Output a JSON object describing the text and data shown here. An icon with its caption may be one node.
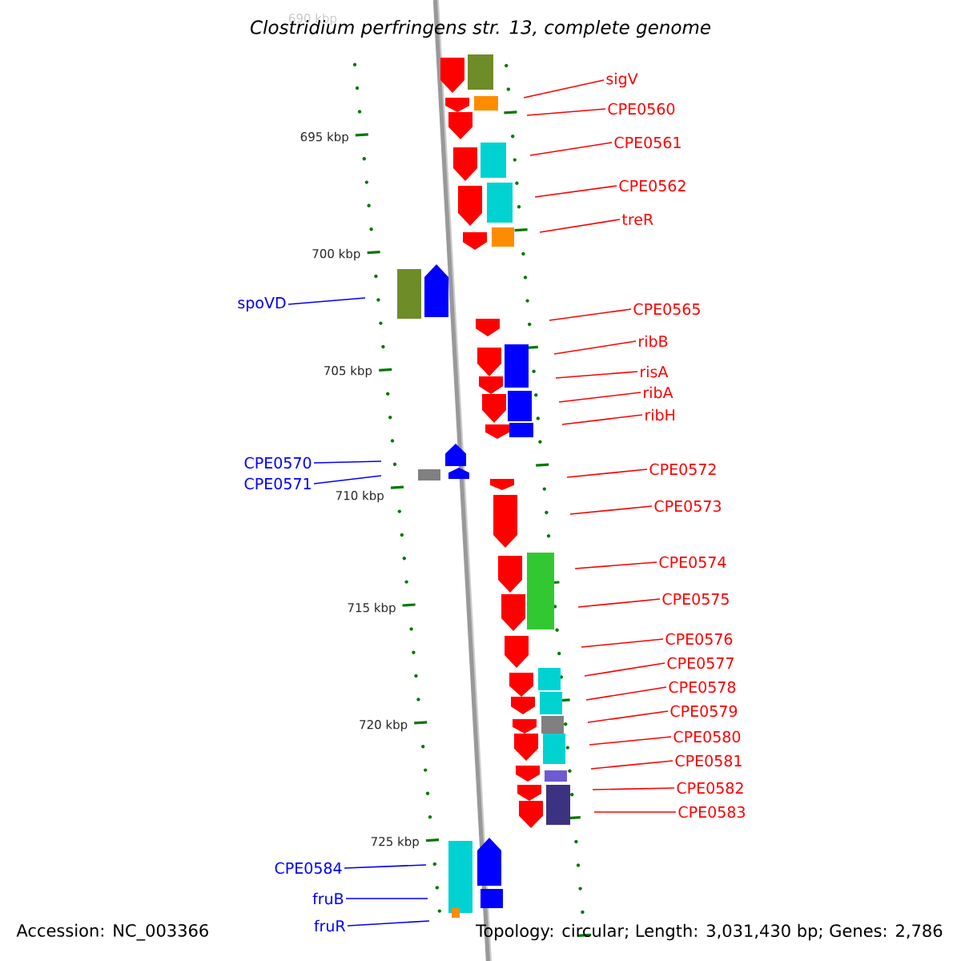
{
  "diagram": {
    "title": "Clostridium perfringens str. 13, complete genome",
    "nodes": [
      {
        "text": [
          "sigV"
        ]
      },
      {
        "text": [
          "CPE0560"
        ]
      },
      {
        "text": [
          "CPE0561"
        ]
      },
      {
        "text": [
          "CPE0562"
        ]
      },
      {
        "text": [
          "treR"
        ]
      },
      {
        "text": [
          "spoVD"
        ]
      },
      {
        "text": [
          "CPE0565"
        ]
      },
      {
        "text": [
          "ribB"
        ]
      },
      {
        "text": [
          "risA"
        ]
      },
      {
        "text": [
          "ribA"
        ]
      },
      {
        "text": [
          "ribH"
        ]
      },
      {
        "text": [
          "CPE0570"
        ]
      },
      {
        "text": [
          "CPE0572"
        ]
      },
      {
        "text": [
          "CPE0571"
        ]
      },
      {
        "text": [
          "CPE0573"
        ]
      },
      {
        "text": [
          "CPE0574"
        ]
      },
      {
        "text": [
          "CPE0575"
        ]
      },
      {
        "text": [
          "CPE0576"
        ]
      },
      {
        "text": [
          "CPE0577"
        ]
      },
      {
        "text": [
          "CPE0578"
        ]
      },
      {
        "text": [
          "CPE0579"
        ]
      },
      {
        "text": [
          "CPE0580"
        ]
      },
      {
        "text": [
          "CPE0581"
        ]
      },
      {
        "text": [
          "CPE0582"
        ]
      },
      {
        "text": [
          "CPE0583"
        ]
      },
      {
        "text": [
          "CPE0584"
        ]
      },
      {
        "text": [
          "fruB"
        ]
      },
      {
        "text": [
          "fruR"
        ]
      }
    ],
    "edges": [
      {
        "from": 0,
        "to": null,
        "arrow": "none"
      },
      {
        "from": 1,
        "to": null,
        "arrow": "none"
      },
      {
        "from": 2,
        "to": null,
        "arrow": "none"
      },
      {
        "from": 3,
        "to": null,
        "arrow": "none"
      },
      {
        "from": 4,
        "to": null,
        "arrow": "none"
      },
      {
        "from": 5,
        "to": null,
        "arrow": "none",
        "color": "#0000ff"
      },
      {
        "from": 6,
        "to": null,
        "arrow": "none"
      },
      {
        "from": 7,
        "to": null,
        "arrow": "none"
      },
      {
        "from": 8,
        "to": null,
        "arrow": "none"
      },
      {
        "from": 9,
        "to": null,
        "arrow": "none"
      },
      {
        "from": 10,
        "to": null,
        "arrow": "none"
      },
      {
        "from": 11,
        "to": null,
        "arrow": "none",
        "color": "#0000ff"
      },
      {
        "from": 12,
        "to": null,
        "arrow": "none"
      },
      {
        "from": 13,
        "to": null,
        "arrow": "none",
        "color": "#0000ff"
      },
      {
        "from": 14,
        "to": null,
        "arrow": "none"
      },
      {
        "from": 15,
        "to": null,
        "arrow": "none"
      },
      {
        "from": 16,
        "to": null,
        "arrow": "none"
      },
      {
        "from": 17,
        "to": null,
        "arrow": "none"
      },
      {
        "from": 18,
        "to": null,
        "arrow": "none"
      },
      {
        "from": 19,
        "to": null,
        "arrow": "none"
      },
      {
        "from": 20,
        "to": null,
        "arrow": "none"
      },
      {
        "from": 21,
        "to": null,
        "arrow": "none"
      },
      {
        "from": 22,
        "to": null,
        "arrow": "none"
      },
      {
        "from": 23,
        "to": null,
        "arrow": "none"
      },
      {
        "from": 24,
        "to": null,
        "arrow": "none"
      },
      {
        "from": 25,
        "to": null,
        "arrow": "none",
        "color": "#0000ff"
      },
      {
        "from": 26,
        "to": null,
        "arrow": "none",
        "color": "#0000ff"
      },
      {
        "from": 27,
        "to": null,
        "arrow": "none",
        "color": "#0000ff"
      }
    ],
    "labels": [
      "690 kbp",
      "695 kbp",
      "700 kbp",
      "705 kbp",
      "710 kbp",
      "715 kbp",
      "720 kbp",
      "725 kbp",
      "Accession: NC_003366",
      "Topology: circular; Length: 3,031,430 bp; Genes: 2,786"
    ]
  }
}
